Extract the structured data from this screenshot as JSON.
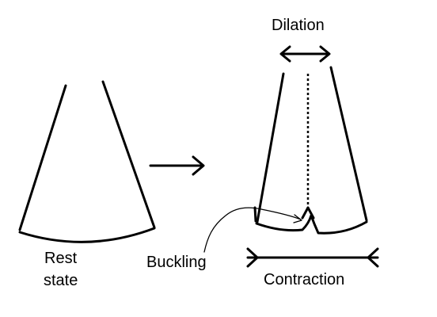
{
  "labels": {
    "rest_line1": "Rest",
    "rest_line2": "state",
    "dilation": "Dilation",
    "buckling": "Buckling",
    "contraction": "Contraction"
  },
  "colors": {
    "ink": "#000000",
    "background": "#ffffff"
  }
}
